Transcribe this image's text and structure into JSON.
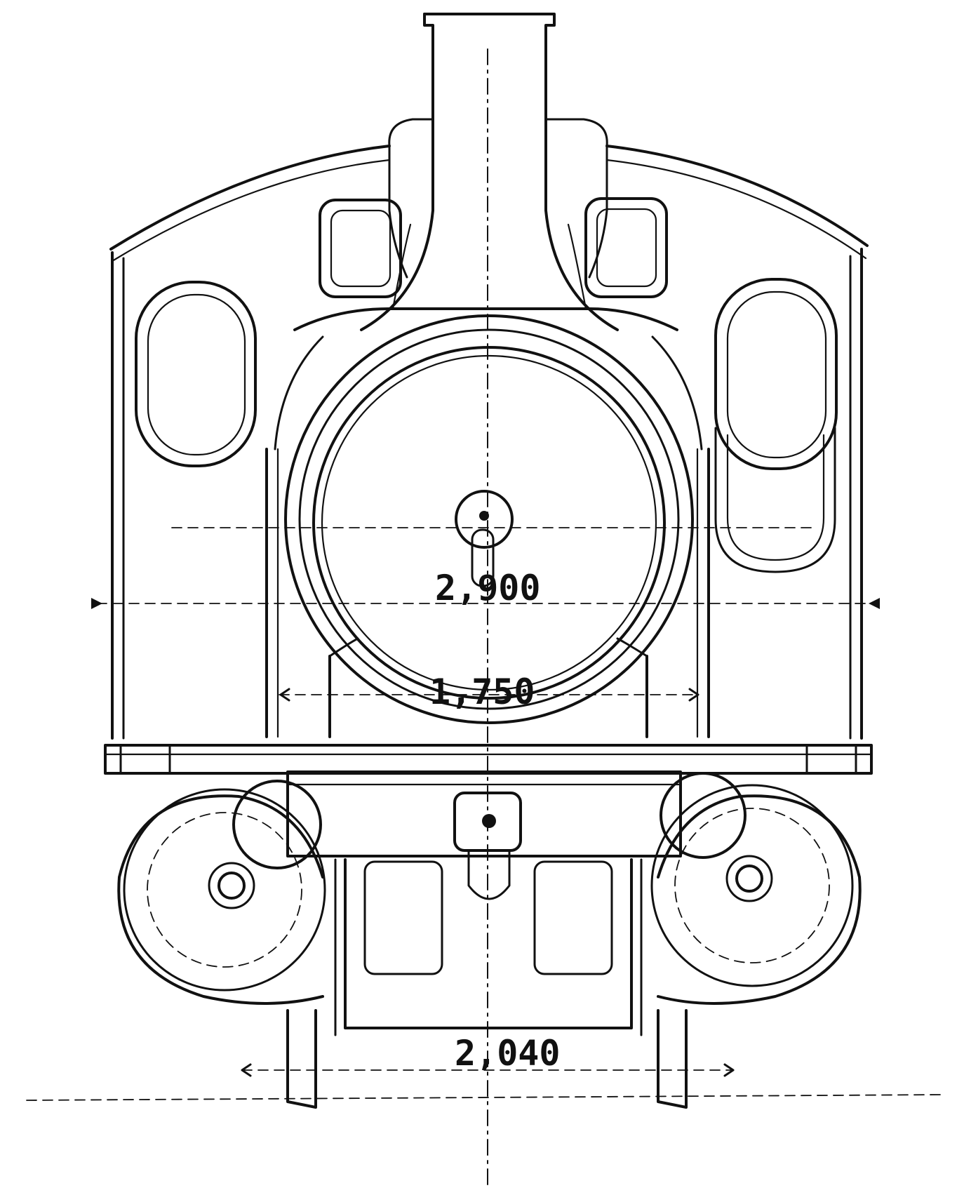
{
  "dimensions": {
    "upper_width": "2,900",
    "middle_width": "1,750",
    "base_width": "2,040"
  },
  "colors": {
    "ink": "#111111",
    "paper": "#ffffff"
  }
}
